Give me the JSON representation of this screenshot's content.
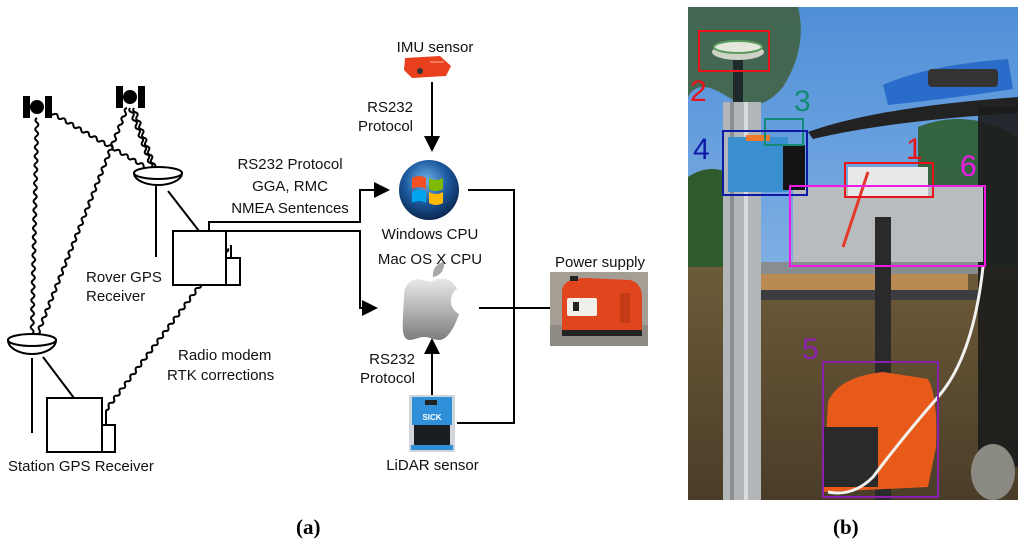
{
  "panel_a": {
    "caption": "(a)",
    "labels": {
      "imu_sensor": "IMU sensor",
      "rs232_imu_line1": "RS232",
      "rs232_imu_line2": "Protocol",
      "nmea_line1": "RS232 Protocol",
      "nmea_line2": "GGA, RMC",
      "nmea_line3": "NMEA Sentences",
      "windows_cpu": "Windows CPU",
      "mac_cpu": "Mac OS X CPU",
      "power_supply": "Power supply",
      "rs232_lidar_line1": "RS232",
      "rs232_lidar_line2": "Protocol",
      "lidar_sensor": "LiDAR sensor",
      "rover_line1": "Rover GPS",
      "rover_line2": "Receiver",
      "radio_line1": "Radio modem",
      "radio_line2": "RTK corrections",
      "station": "Station GPS Receiver"
    },
    "icons": [
      "satellite-icon",
      "gps-antenna-icon",
      "receiver-box-icon",
      "imu-sensor-icon",
      "windows-logo-icon",
      "apple-logo-icon",
      "generator-icon",
      "lidar-sick-icon"
    ],
    "colors": {
      "imu": "#e8401c",
      "windows_globe": "#1b4f8c",
      "apple": "#b8b8b8",
      "generator": "#e0451e",
      "lidar": "#2f8fd8"
    }
  },
  "panel_b": {
    "caption": "(b)",
    "markers": [
      {
        "label": "1",
        "color": "#e8141b"
      },
      {
        "label": "2",
        "color": "#e8141b"
      },
      {
        "label": "3",
        "color": "#138a73"
      },
      {
        "label": "4",
        "color": "#0e1aa6"
      },
      {
        "label": "5",
        "color": "#8b1fb0"
      },
      {
        "label": "6",
        "color": "#f019e8"
      }
    ],
    "lidar_brand": "SICK"
  }
}
